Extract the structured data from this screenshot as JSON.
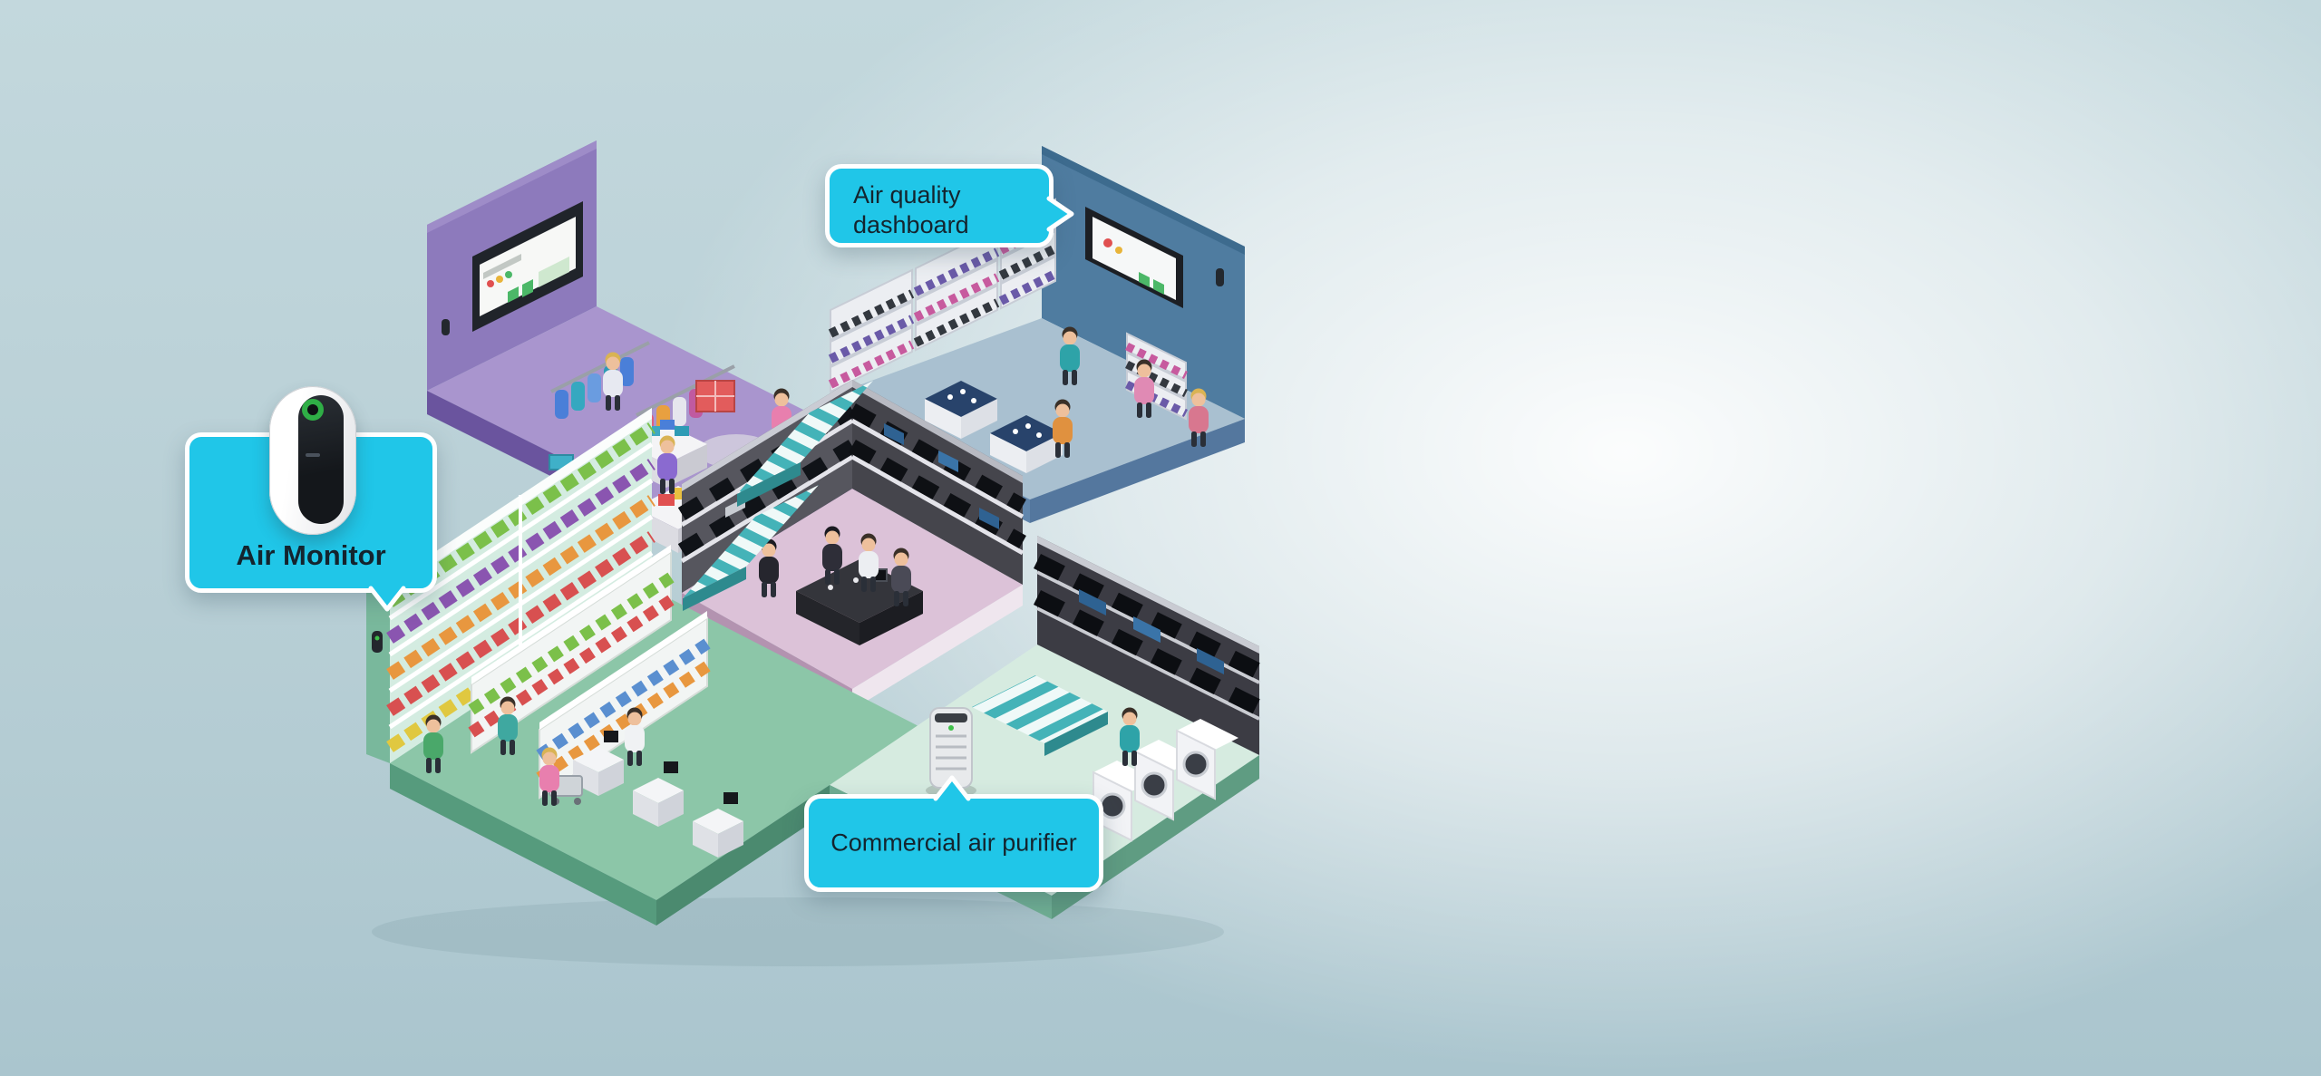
{
  "theme": {
    "accent": "#20c6e8",
    "callout_text_color": "#14242e"
  },
  "callouts": {
    "dashboard": {
      "label": "Air quality dashboard"
    },
    "monitor": {
      "label": "Air Monitor"
    },
    "purifier": {
      "label": "Commercial air purifier"
    }
  }
}
